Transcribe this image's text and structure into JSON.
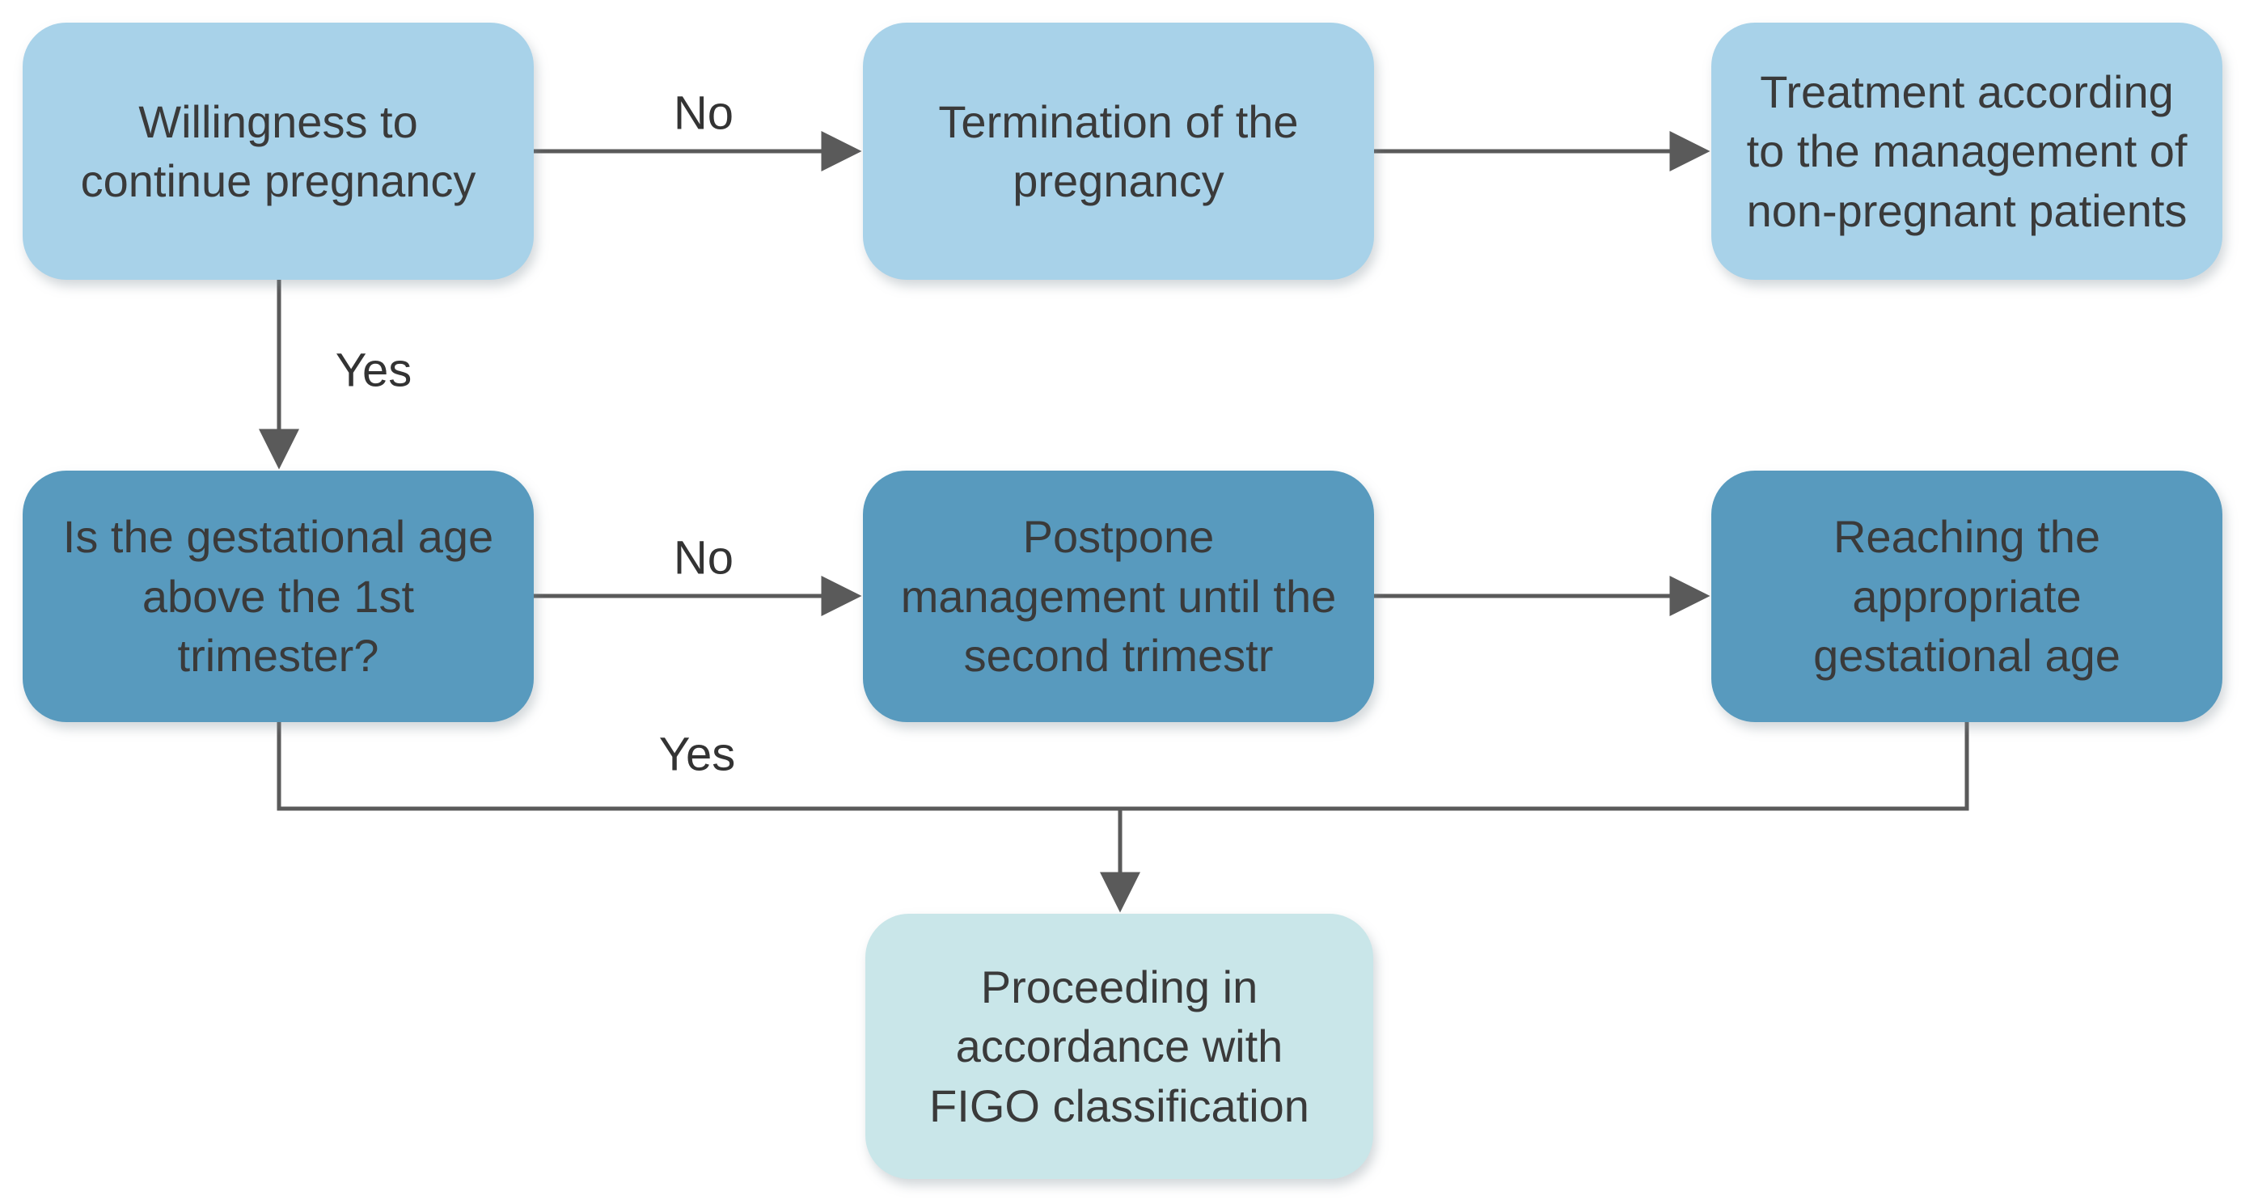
{
  "diagram": {
    "background": "#ffffff",
    "nodes": [
      {
        "id": "willingness",
        "label": "Willingness to\ncontinue pregnancy"
      },
      {
        "id": "termination",
        "label": "Termination of the\npregnancy"
      },
      {
        "id": "treatment",
        "label": "Treatment according\nto the management of\nnon-pregnant patients"
      },
      {
        "id": "gestational-age",
        "label": "Is the gestational age\nabove the 1st\ntrimester?"
      },
      {
        "id": "postpone",
        "label": "Postpone\nmanagement until the\nsecond trimestr"
      },
      {
        "id": "reaching",
        "label": "Reaching the\nappropriate\ngestational age"
      },
      {
        "id": "figo",
        "label": "Proceeding in\naccordance with\nFIGO classification"
      }
    ],
    "edge_labels": [
      {
        "id": "no-top",
        "text": "No"
      },
      {
        "id": "yes-left",
        "text": "Yes"
      },
      {
        "id": "no-middle",
        "text": "No"
      },
      {
        "id": "yes-bottom",
        "text": "Yes"
      }
    ],
    "edges": [
      {
        "from": "willingness",
        "to": "termination",
        "label": "No"
      },
      {
        "from": "termination",
        "to": "treatment",
        "label": ""
      },
      {
        "from": "willingness",
        "to": "gestational-age",
        "label": "Yes"
      },
      {
        "from": "gestational-age",
        "to": "postpone",
        "label": "No"
      },
      {
        "from": "postpone",
        "to": "reaching",
        "label": ""
      },
      {
        "from": "gestational-age",
        "to": "figo",
        "label": "Yes"
      },
      {
        "from": "reaching",
        "to": "figo",
        "label": ""
      }
    ],
    "colors": {
      "top_row_fill": "#A8D2E9",
      "middle_row_fill": "#589ABE",
      "bottom_fill": "#C9E6E9",
      "connector": "#5A5A5A",
      "text": "#3A3A3A"
    }
  }
}
